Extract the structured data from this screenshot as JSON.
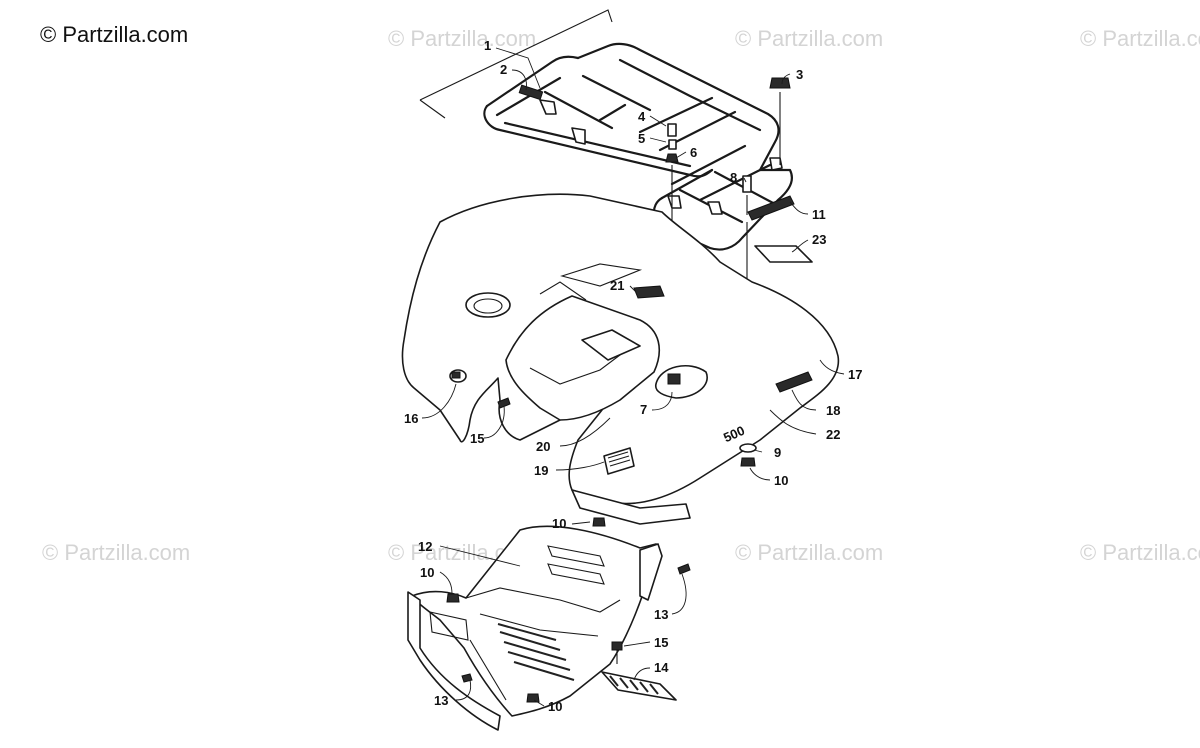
{
  "header": {
    "copyright": "© Partzilla.com"
  },
  "watermarks": [
    "© Partzilla.com",
    "© Partzilla.com",
    "© Partzilla.com",
    "© Partzilla.com",
    "© Partzilla.com",
    "© Partzilla.com",
    "© Partzilla.com"
  ],
  "callouts": [
    "1",
    "2",
    "3",
    "4",
    "5",
    "6",
    "8",
    "11",
    "23",
    "21",
    "17",
    "18",
    "22",
    "7",
    "9",
    "10",
    "16",
    "15",
    "20",
    "19",
    "10",
    "12",
    "10",
    "13",
    "15",
    "14",
    "13",
    "10"
  ],
  "decals": {
    "model_badge": "500"
  }
}
